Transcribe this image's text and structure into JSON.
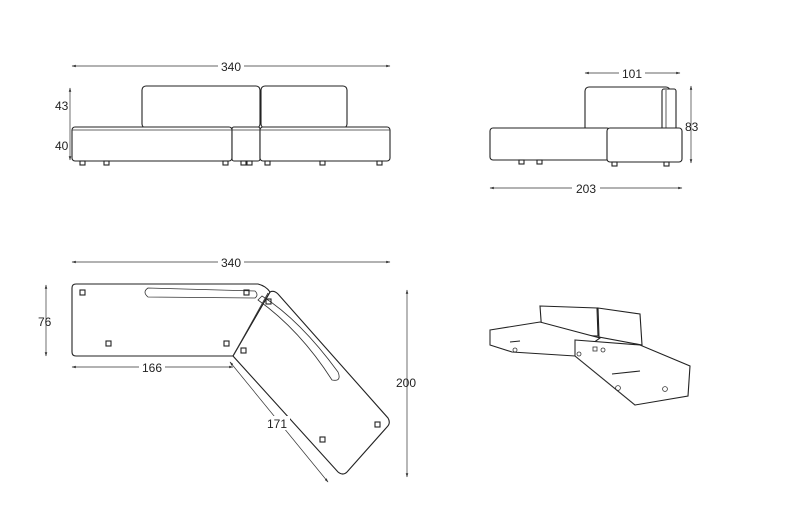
{
  "drawing": {
    "front_view": {
      "width_label": "340",
      "back_height_label": "43",
      "seat_height_label": "40"
    },
    "side_view": {
      "depth_top_label": "101",
      "height_label": "83",
      "depth_bottom_label": "203"
    },
    "plan_view": {
      "width_label": "340",
      "depth_label": "76",
      "inner_length_label": "166",
      "angled_length_label": "171",
      "overall_depth_label": "200"
    }
  }
}
